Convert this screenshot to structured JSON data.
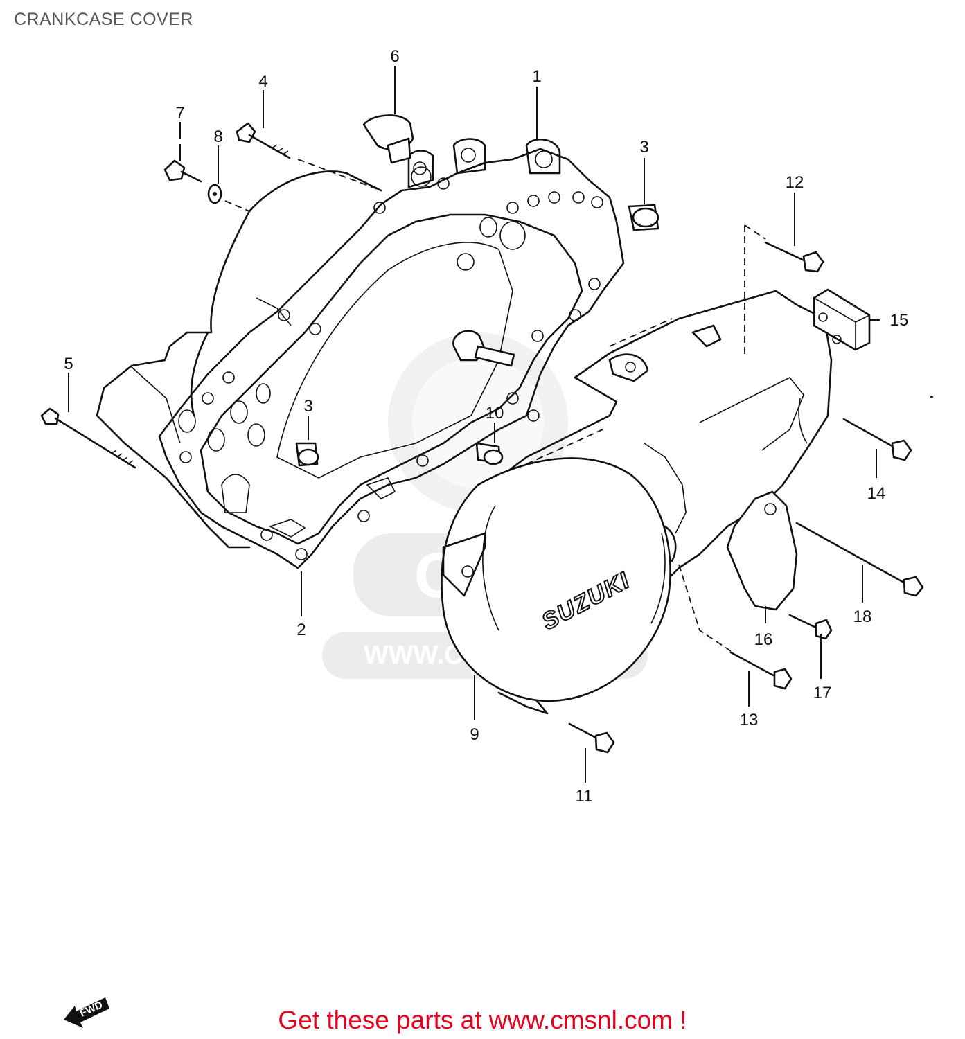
{
  "page": {
    "title": "CRANKCASE COVER",
    "banner": "Get these parts at www.cmsnl.com !"
  },
  "diagram": {
    "callouts": [
      "1",
      "2",
      "3",
      "3",
      "4",
      "5",
      "6",
      "7",
      "8",
      "9",
      "10",
      "11",
      "12",
      "13",
      "14",
      "15",
      "16",
      "17",
      "18"
    ],
    "watermark": {
      "logo": "CMS",
      "url": "WWW.CMSNL.COM"
    },
    "cover_brand": "SUZUKI",
    "fwd_label": "FWD"
  },
  "colors": {
    "banner": "#e8001c",
    "title": "#555555",
    "linework": "#111111",
    "watermark": "#e6e6e6"
  }
}
